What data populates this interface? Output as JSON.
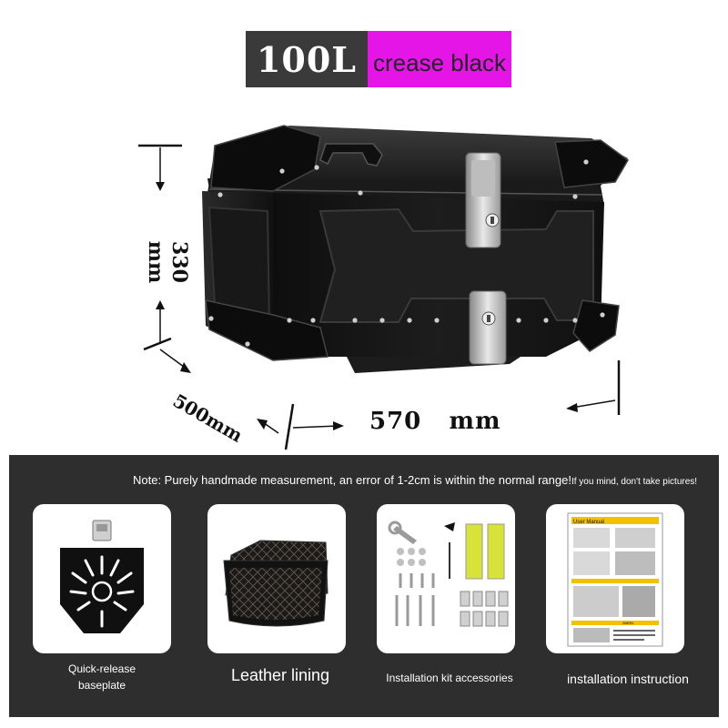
{
  "badge": {
    "capacity": "100L",
    "color_name": "crease black",
    "colors": {
      "capacity_bg": "#3a3a3a",
      "color_bg": "#e515e8"
    }
  },
  "dimensions": {
    "height": "330 mm",
    "depth": "500mm",
    "width_value": "570",
    "width_unit": "mm"
  },
  "panel": {
    "note": "Note: Purely handmade measurement, an error of 1-2cm is within the normal range!",
    "note_small": "If you mind, don't take pictures!",
    "accessories": [
      {
        "label_line1": "Quick-release",
        "label_line2": "baseplate",
        "icon": "baseplate-icon"
      },
      {
        "label": "Leather lining",
        "icon": "leather-lining-icon"
      },
      {
        "label": "Installation kit accessories",
        "icon": "installation-kit-icon"
      },
      {
        "label": "installation instruction",
        "icon": "user-manual-icon"
      }
    ],
    "manual_heading": "User Manual",
    "manual_warn": "WARN"
  }
}
